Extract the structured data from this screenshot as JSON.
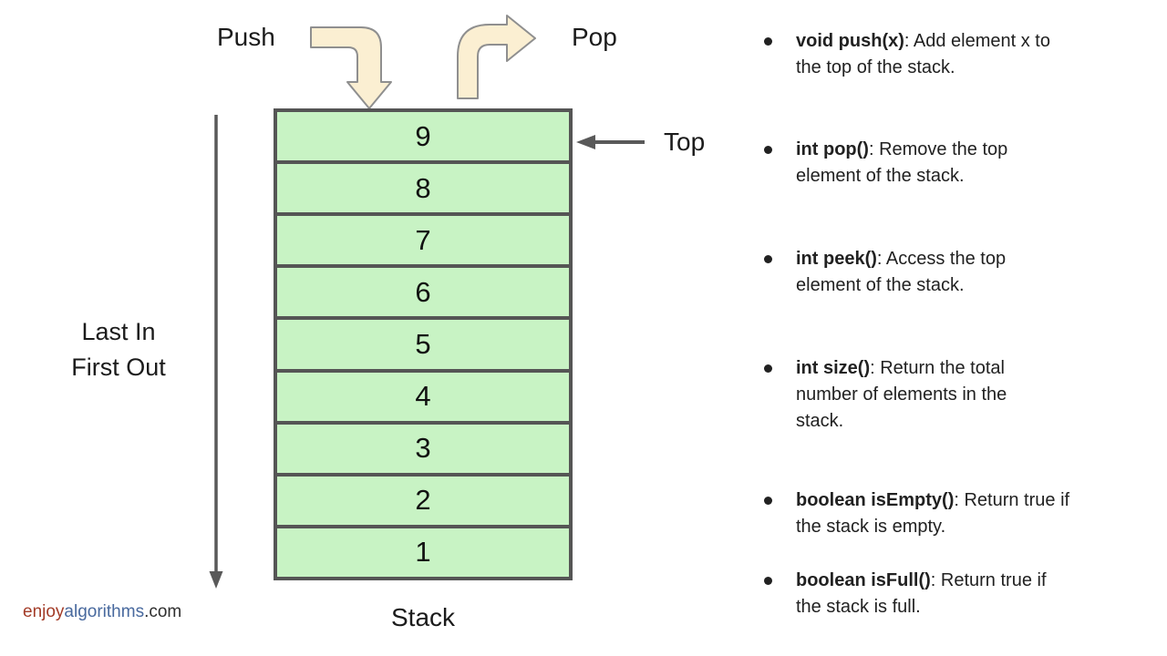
{
  "diagram": {
    "push_label": "Push",
    "pop_label": "Pop",
    "top_label": "Top",
    "lifo_label": "Last In\nFirst Out",
    "stack_caption": "Stack",
    "stack_cells": [
      "9",
      "8",
      "7",
      "6",
      "5",
      "4",
      "3",
      "2",
      "1"
    ],
    "colors": {
      "cell_fill": "#C8F3C4",
      "cell_border": "#555555",
      "arrow_fill": "#FBEFD2",
      "arrow_stroke": "#8F8F8F",
      "pointer_gray": "#595959"
    }
  },
  "operations": {
    "items": [
      {
        "signature": "void push(x)",
        "description": ": Add element x to\nthe top of the stack."
      },
      {
        "signature": "int pop()",
        "description": ": Remove the top\nelement of the stack."
      },
      {
        "signature": "int peek()",
        "description": ": Access the top\nelement of the stack."
      },
      {
        "signature": "int size()",
        "description": ": Return the total\nnumber of elements in the\nstack."
      },
      {
        "signature": "boolean isEmpty()",
        "description": ": Return true if\nthe stack is empty."
      },
      {
        "signature": "boolean isFull()",
        "description": ": Return true if\nthe stack is full."
      }
    ]
  },
  "watermark": {
    "part1": "enjoy",
    "part2": "algorithms",
    "part3": ".com"
  }
}
